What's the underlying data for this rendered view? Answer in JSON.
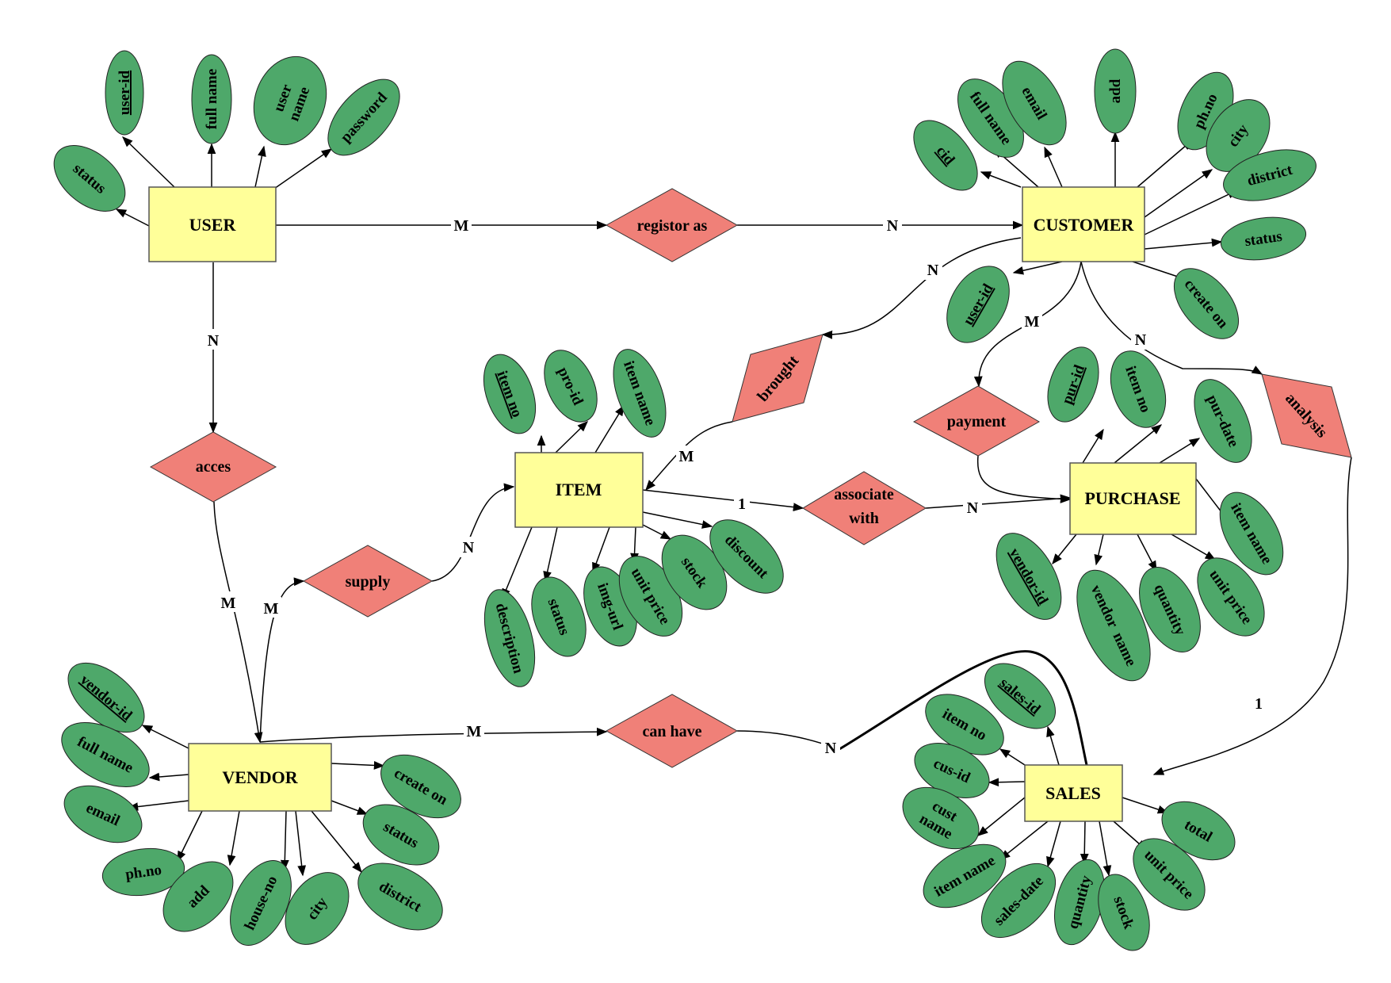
{
  "colors": {
    "entity_fill": "#ffff99",
    "relationship_fill": "#f08078",
    "attribute_fill": "#4ea86a",
    "line": "#000000"
  },
  "entities": {
    "user": "USER",
    "customer": "CUSTOMER",
    "item": "ITEM",
    "purchase": "PURCHASE",
    "vendor": "VENDOR",
    "sales": "SALES"
  },
  "relationships": {
    "registor_as": "registor as",
    "acces": "acces",
    "brought": "brought",
    "payment": "payment",
    "analysis": "analysis",
    "associate_with_1": "associate",
    "associate_with_2": "with",
    "supply": "supply",
    "can_have": "can have"
  },
  "cardinalities": {
    "user_registor": "M",
    "registor_customer": "N",
    "user_acces": "N",
    "acces_vendor": "M",
    "customer_brought": "N",
    "brought_item": "M",
    "customer_payment": "M",
    "customer_analysis": "N",
    "item_associate": "1",
    "associate_purchase": "N",
    "vendor_supply": "M",
    "supply_item": "N",
    "vendor_canhave": "M",
    "canhave_sales": "N",
    "analysis_sales": "1"
  },
  "attributes": {
    "user": {
      "user_id": "user-id",
      "full_name": "full name",
      "user_name_1": "user",
      "user_name_2": "name",
      "password": "password",
      "status": "status"
    },
    "customer": {
      "cid": "cid",
      "full_name": "full name",
      "email": "email",
      "add": "add",
      "ph_no": "ph.no",
      "city": "city",
      "district": "district",
      "status": "status",
      "create_on": "create on",
      "user_id": "user-id"
    },
    "item": {
      "item_no": "item no",
      "pro_id": "pro-id",
      "item_name": "item name",
      "description": "description",
      "status": "status",
      "img_url": "img-url",
      "unit_price": "unit price",
      "stock": "stock",
      "discount": "discount"
    },
    "purchase": {
      "pur_id": "pur-id",
      "item_no": "item no",
      "pur_date": "pur-date",
      "item_name": "item name",
      "unit_price": "unit price",
      "quantity": "quantity",
      "vendor_name": "vendor  name",
      "vendor_id": "vendor-id"
    },
    "vendor": {
      "vendor_id": "vendor-id",
      "full_name": "full name",
      "email": "email",
      "ph_no": "ph.no",
      "add": "add",
      "house_no": "house-no",
      "city": "city",
      "district": "district",
      "status": "status",
      "create_on": "create on"
    },
    "sales": {
      "sales_id": "sales-id",
      "item_no": "item no",
      "cus_id": "cus-id",
      "cust_name_1": "cust",
      "cust_name_2": "name",
      "item_name": "item name",
      "sales_date": "sales-date",
      "quantity": "quantity",
      "stock": "stock",
      "unit_price": "unit price",
      "total": "total"
    }
  }
}
